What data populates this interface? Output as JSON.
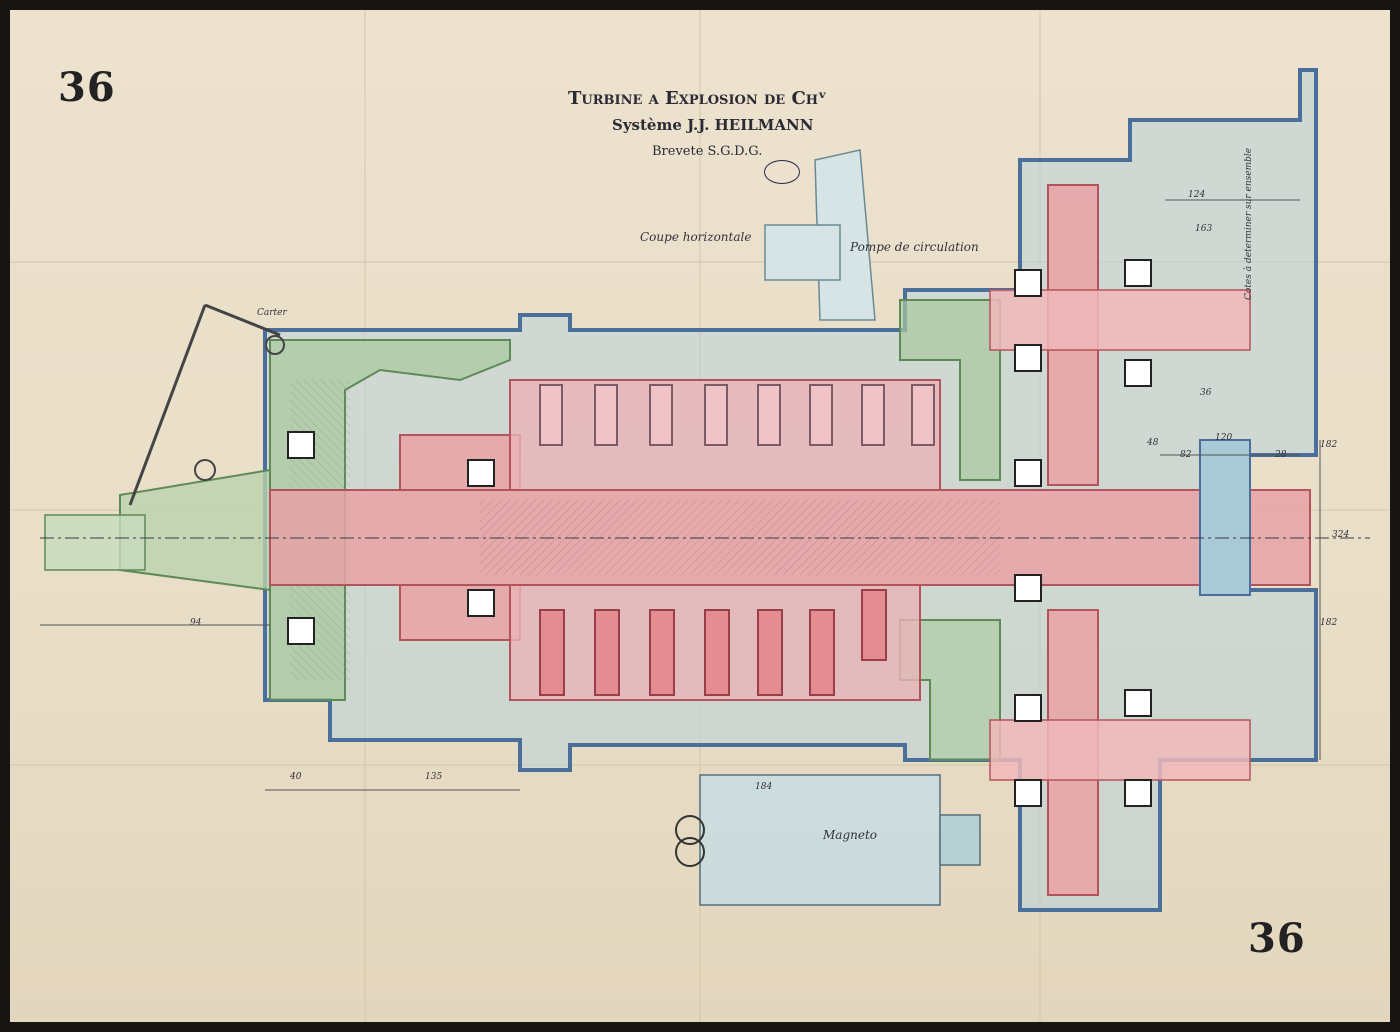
{
  "sheet": {
    "number_top_left": "36",
    "number_bottom_right": "36"
  },
  "title": {
    "line1": "Turbine a Explosion de Chᵛ",
    "line2": "Système J.J. HEILMANN",
    "line3": "Brevete S.G.D.G."
  },
  "labels": {
    "section": "Coupe horizontale",
    "pump": "Pompe de circulation",
    "magneto": "Magneto",
    "side_note": "Cotes à determiner sur ensemble",
    "car_label": "Carter"
  },
  "dimensions": {
    "d40": "40",
    "d135": "135",
    "d184": "184",
    "d120": "120",
    "d124": "124",
    "d163": "163",
    "d36": "36",
    "d48": "48",
    "d82": "82",
    "d28": "28",
    "d94": "94",
    "d182a": "182",
    "d182b": "182",
    "d324": "324"
  },
  "colors": {
    "paper": "#e9dec7",
    "steel_red": "#e8a2a6",
    "casing_green": "#a9c9a0",
    "water_blue": "#a9c9d6",
    "outline_blue": "#4a6f9a",
    "ink": "#3a3a44"
  }
}
